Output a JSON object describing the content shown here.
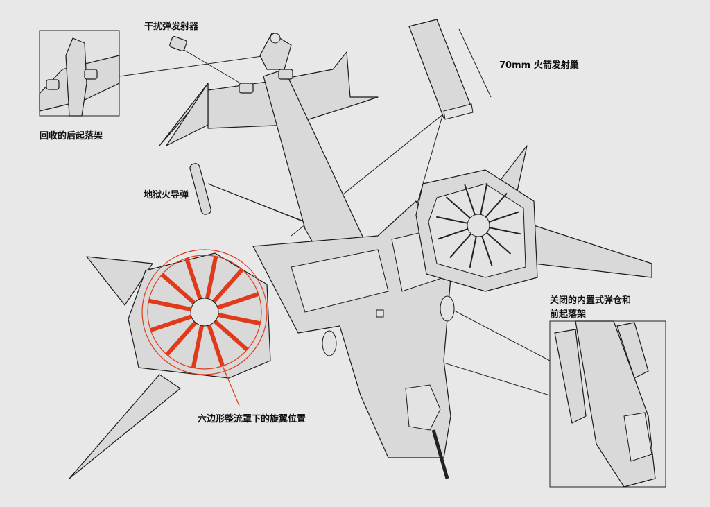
{
  "labels": {
    "flare_launcher": "干扰弹发射器",
    "rocket_pod": "70mm 火箭发射巢",
    "retracted_rear_gear": "回收的后起落架",
    "hellfire_missile": "地狱火导弹",
    "rotor_position": "六边形整流罩下的旋翼位置",
    "closed_bay_line1": "关闭的内置式弹仓和",
    "closed_bay_line2": "前起落架"
  },
  "colors": {
    "background": "#e8e8e8",
    "panel": "#d9d9d9",
    "line": "#1a1a1a",
    "highlight": "#e03a1a"
  }
}
